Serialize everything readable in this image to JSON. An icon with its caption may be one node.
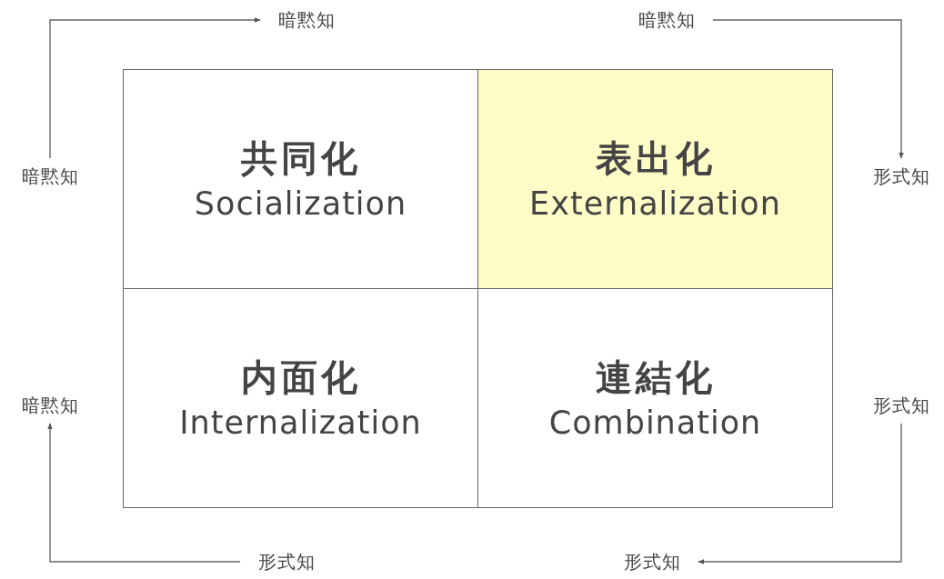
{
  "diagram": {
    "nodes": [
      {
        "text": [
          "暗黙知"
        ]
      },
      {
        "text": [
          "暗黙知"
        ]
      },
      {
        "text": [
          "暗黙知"
        ]
      },
      {
        "text": [
          "共同化",
          "Socialization"
        ]
      },
      {
        "text": [
          "表出化",
          "Externalization"
        ]
      },
      {
        "text": [
          "形式知"
        ]
      },
      {
        "text": [
          "暗黙知"
        ]
      },
      {
        "text": [
          "内面化",
          "Internalization"
        ]
      },
      {
        "text": [
          "連結化",
          "Combination"
        ]
      },
      {
        "text": [
          "形式知"
        ]
      },
      {
        "text": [
          "形式知"
        ]
      },
      {
        "text": [
          "形式知"
        ]
      }
    ],
    "edges": [
      {
        "from": 2,
        "to": 0,
        "arrow": "to"
      },
      {
        "from": 1,
        "to": 5,
        "arrow": "to"
      },
      {
        "from": 9,
        "to": 11,
        "arrow": "to"
      },
      {
        "from": 10,
        "to": 6,
        "arrow": "to"
      }
    ]
  }
}
